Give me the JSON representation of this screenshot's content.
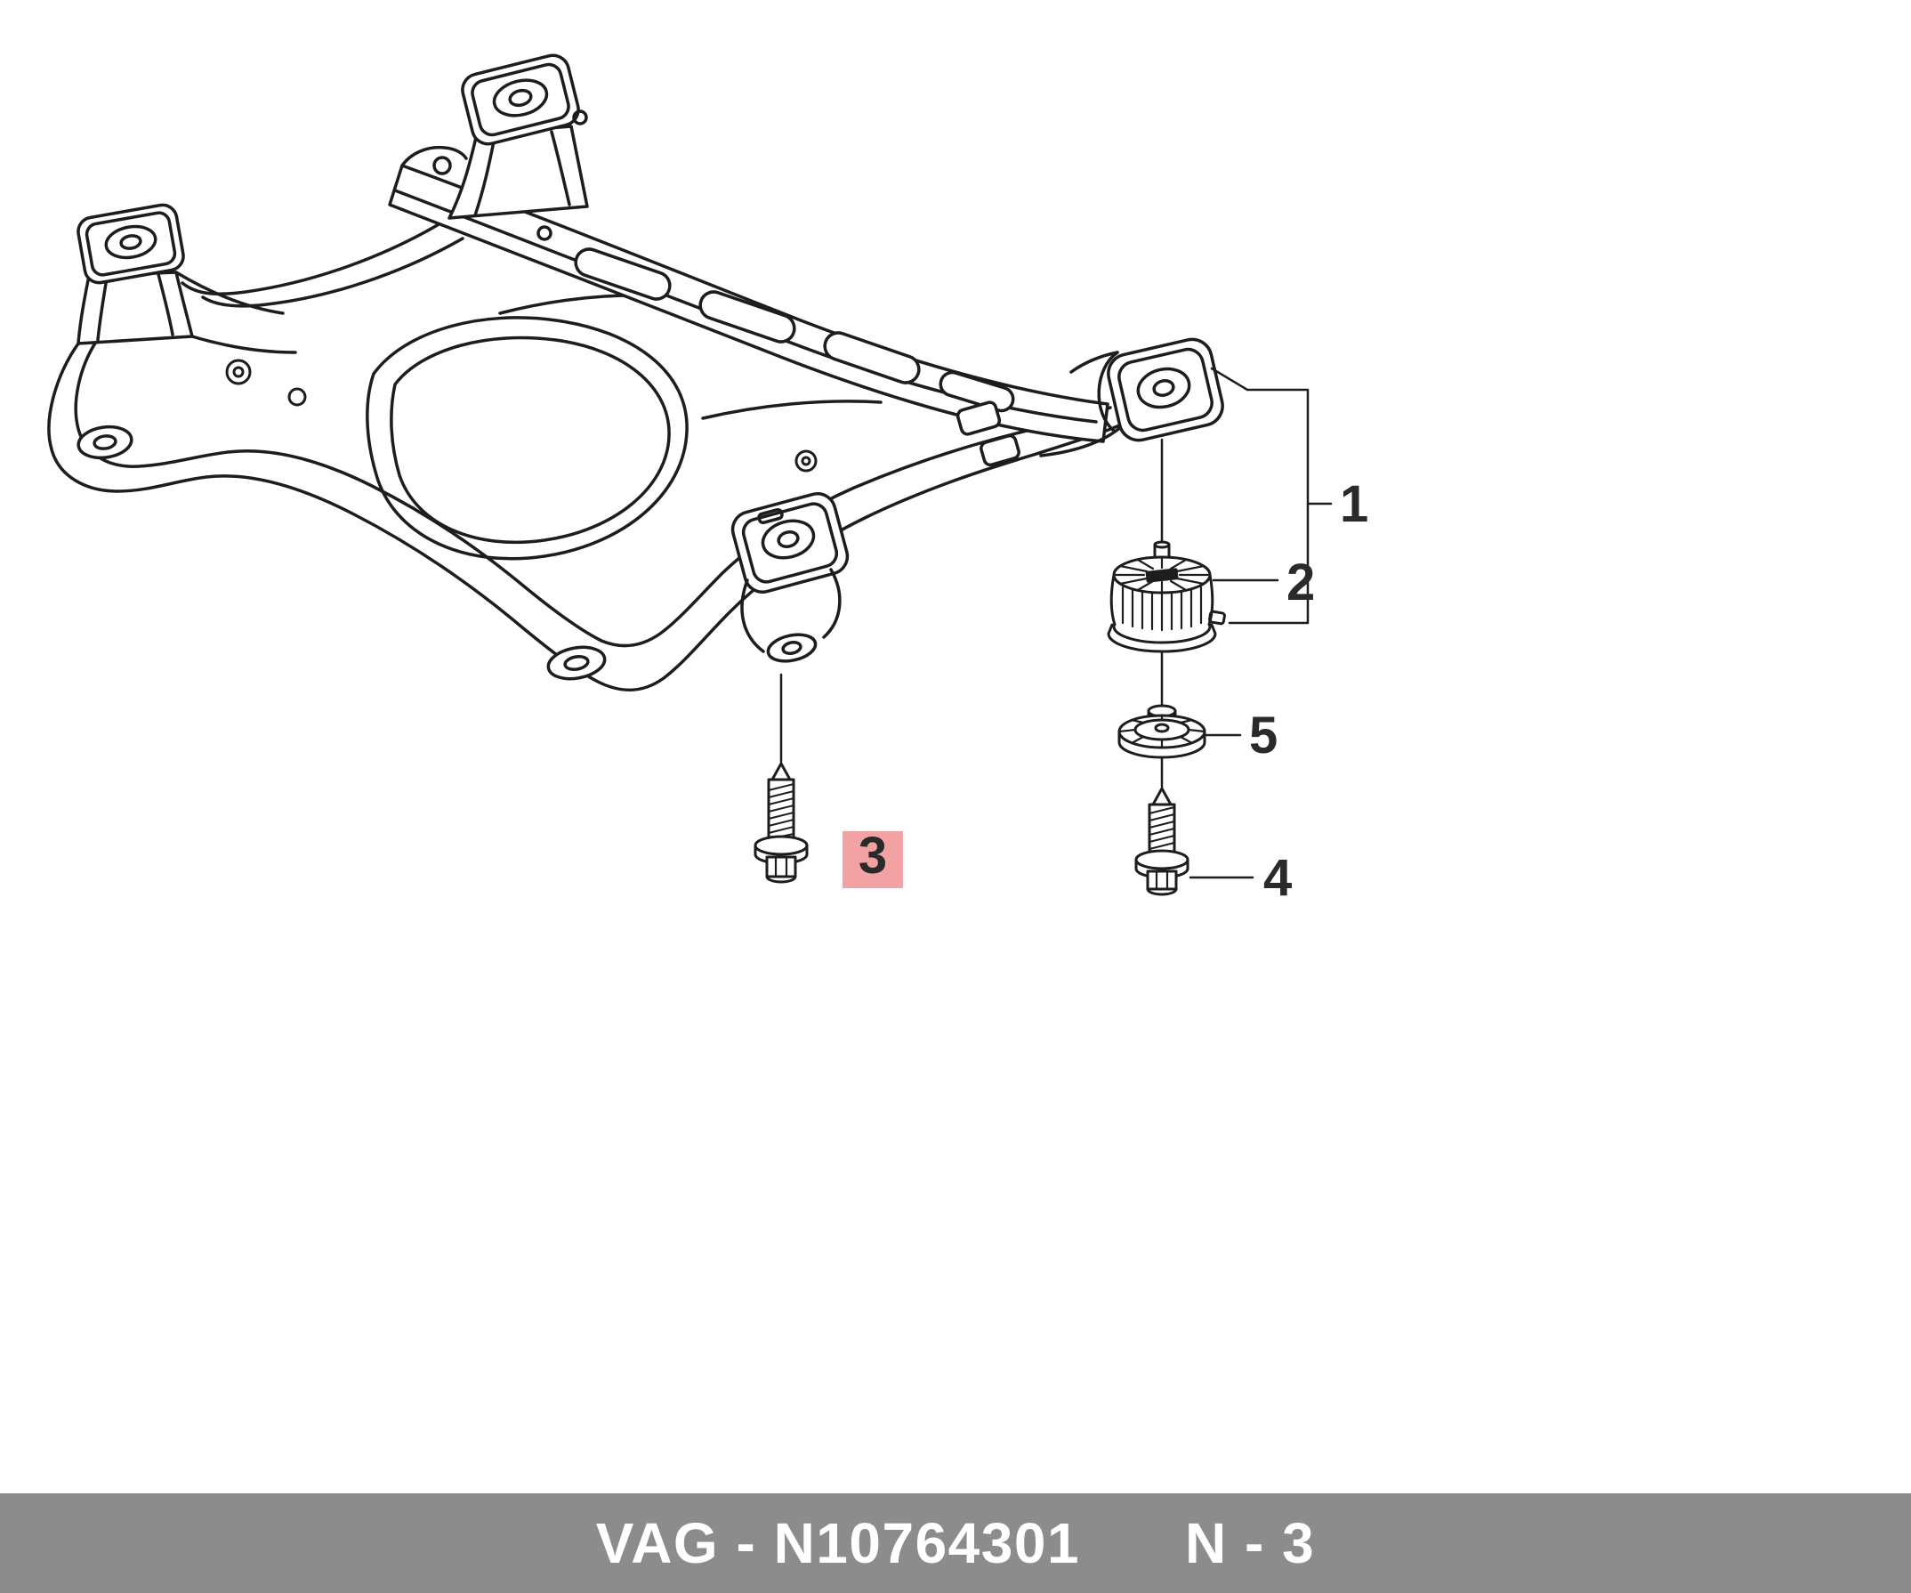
{
  "diagram": {
    "callouts": [
      {
        "label": "1",
        "highlighted": false
      },
      {
        "label": "2",
        "highlighted": false
      },
      {
        "label": "3",
        "highlighted": true
      },
      {
        "label": "4",
        "highlighted": false
      },
      {
        "label": "5",
        "highlighted": false
      }
    ],
    "highlight_color": "#f2a2a2",
    "highlight_text_color": "#a83a3a",
    "line_color": "#1d1d1d"
  },
  "footer": {
    "left_text": "VAG - N10764301",
    "right_text": "N - 3",
    "background_color": "#8c8c8c",
    "text_color": "#ffffff"
  }
}
